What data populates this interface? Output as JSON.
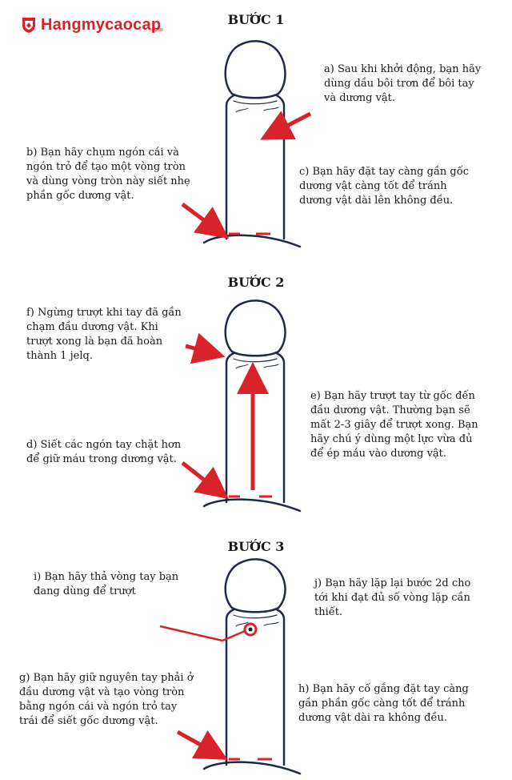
{
  "brand": {
    "name": "Hangmycaocap",
    "suffix": ".com"
  },
  "steps": [
    {
      "title": "BƯỚC 1",
      "notes": {
        "a": "a) Sau khi khởi động, bạn hãy dùng dầu bôi trơn để bôi tay và dương vật.",
        "b": "b) Bạn hãy chụm ngón cái và ngón trỏ để tạo một vòng tròn và dùng vòng tròn này siết nhẹ phần gốc dương vật.",
        "c": "c) Bạn hãy đặt tay càng gần gốc dương vật càng tốt để tránh dương vật dài lên không đều."
      }
    },
    {
      "title": "BƯỚC 2",
      "notes": {
        "f": "f) Ngừng trượt khi tay đã gần chạm đầu dương vật. Khi trượt xong là bạn đã hoàn thành 1 jelq.",
        "e": "e) Bạn hãy trượt tay từ gốc đến đầu dương vật. Thường bạn sẽ mất 2-3 giây để trượt xong. Bạn hãy chú ý dùng một lực vừa đủ để ép máu vào dương vật.",
        "d": "d) Siết các ngón tay chặt hơn để giữ máu trong dương vật."
      }
    },
    {
      "title": "BƯỚC 3",
      "notes": {
        "i": "i) Bạn hãy thả vòng tay bạn đang dùng để trượt",
        "j": "j) Bạn hãy lặp lại bước 2d cho tới khi đạt đủ số vòng lặp cần thiết.",
        "g": "g) Bạn hãy giữ nguyên tay phải ở đầu dương vật và tạo vòng tròn bằng ngón cái và ngón trỏ tay trái để siết gốc dương vật.",
        "h": "h) Bạn hãy cố gắng đặt tay càng gần phần gốc càng tốt để tránh dương vật dài ra không đều."
      }
    }
  ],
  "colors": {
    "accent": "#d8232a",
    "ink": "#1f2a44",
    "text": "#1a1a1a"
  }
}
